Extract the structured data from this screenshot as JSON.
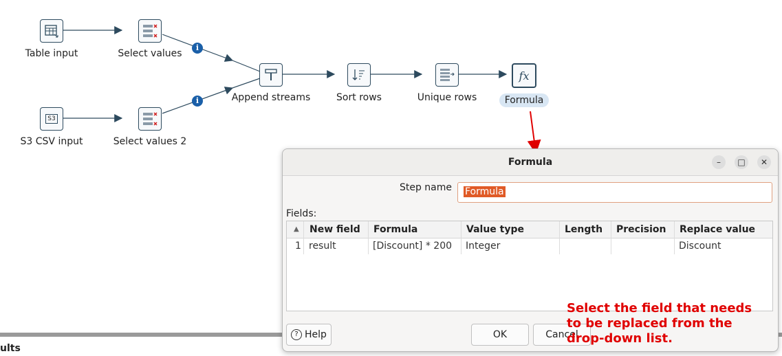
{
  "canvas": {
    "steps": {
      "table_input": "Table input",
      "select_values": "Select values",
      "s3_csv_input": "S3 CSV input",
      "select_values_2": "Select values 2",
      "append_streams": "Append streams",
      "sort_rows": "Sort rows",
      "unique_rows": "Unique rows",
      "formula": "Formula"
    },
    "info_badge": "i",
    "s3_icon_text": "S3",
    "formula_icon_text": "fx"
  },
  "bottom_panel": {
    "label": "ults"
  },
  "dialog": {
    "title": "Formula",
    "window_buttons": {
      "minimize": "–",
      "maximize": "□",
      "close": "✕"
    },
    "step_name_label": "Step name",
    "step_name_value": "Formula",
    "fields_label": "Fields:",
    "table": {
      "headers": [
        "New field",
        "Formula",
        "Value type",
        "Length",
        "Precision",
        "Replace value"
      ],
      "rows": [
        {
          "num": "1",
          "new_field": "result",
          "formula": "[Discount] * 200",
          "value_type": "Integer",
          "length": "",
          "precision": "",
          "replace_value": "Discount"
        }
      ]
    },
    "buttons": {
      "help": "Help",
      "ok": "OK",
      "cancel": "Cancel"
    }
  },
  "annotation": {
    "text": "Select the field that needs\nto be replaced from the\ndrop-down list.",
    "color": "#e00000"
  },
  "colors": {
    "accent": "#1a5fa8",
    "step_border": "#2d4a5e",
    "selection": "#e05a26"
  }
}
